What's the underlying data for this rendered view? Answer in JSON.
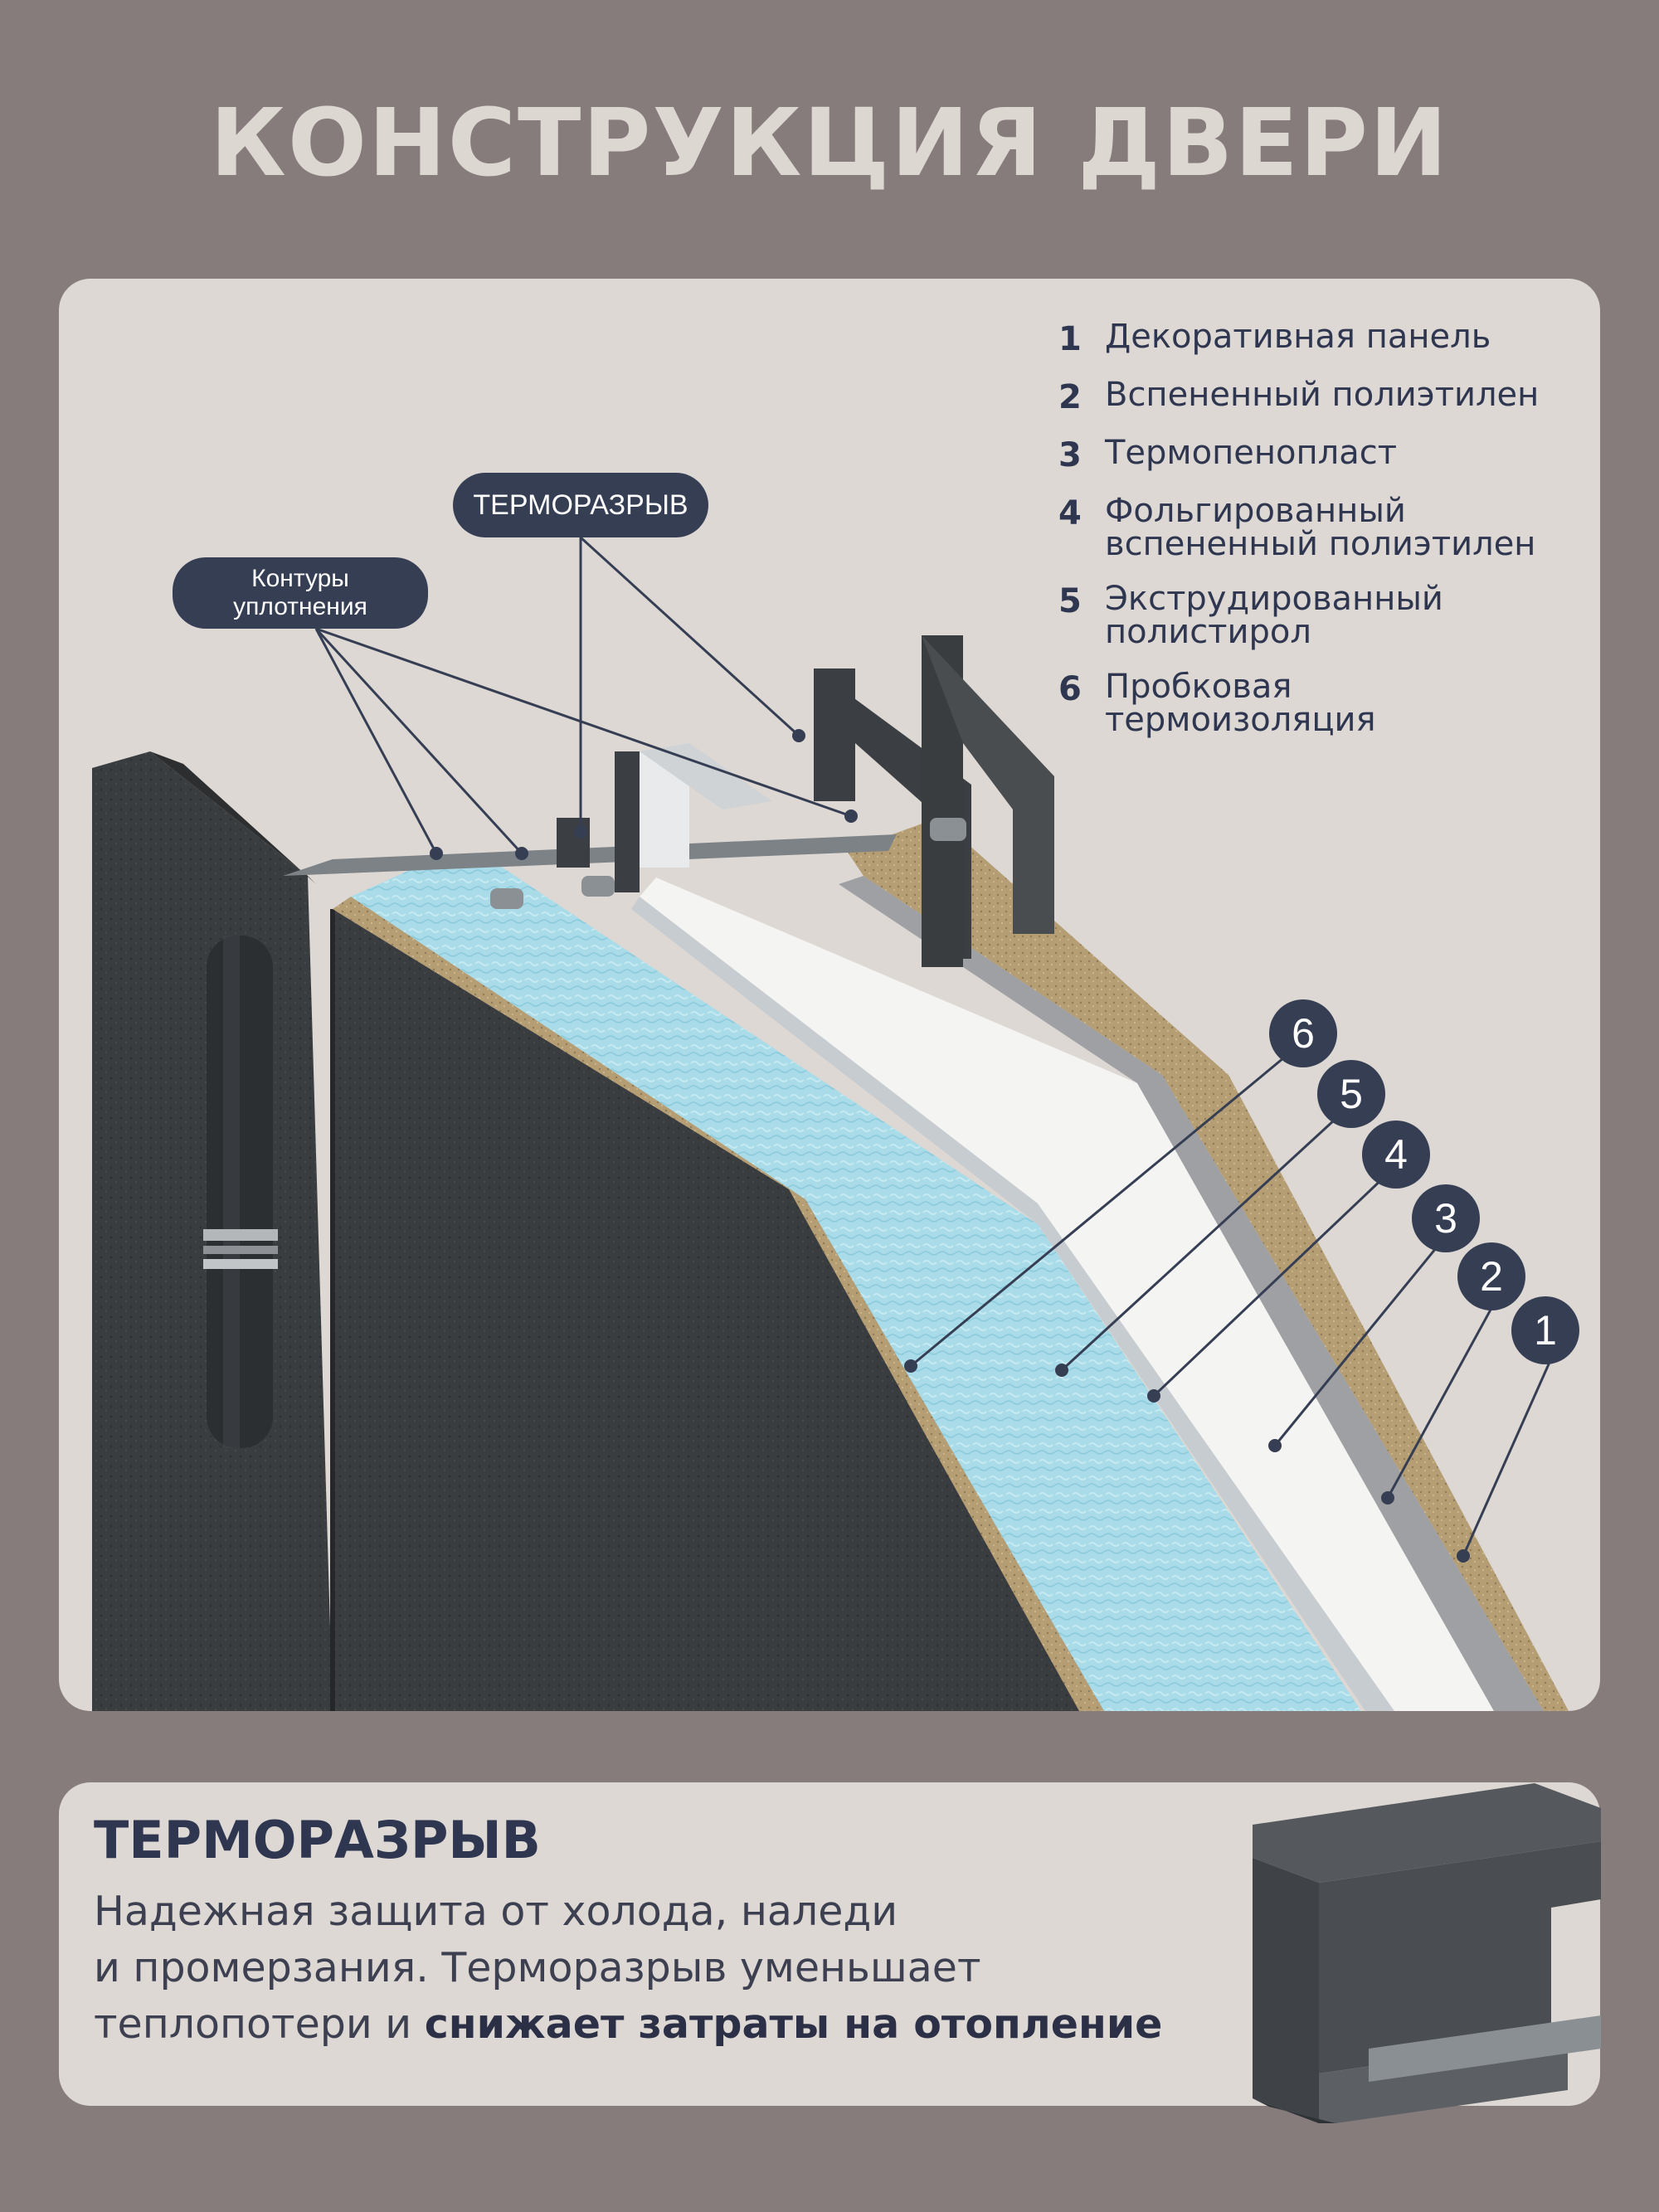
{
  "title": "КОНСТРУКЦИЯ ДВЕРИ",
  "legend": [
    {
      "num": "1",
      "label": "Декоративная панель"
    },
    {
      "num": "2",
      "label": "Вспененный полиэтилен"
    },
    {
      "num": "3",
      "label": "Термопенопласт"
    },
    {
      "num": "4",
      "label": "Фольгированный\nвспененный полиэтилен"
    },
    {
      "num": "5",
      "label": "Экструдированный\nполистирол"
    },
    {
      "num": "6",
      "label": "Пробковая\nтермоизоляция"
    }
  ],
  "callouts": {
    "thermal_break": "ТЕРМОРАЗРЫВ",
    "seal_contours": "Контуры\nуплотнения"
  },
  "layer_badges": [
    "6",
    "5",
    "4",
    "3",
    "2",
    "1"
  ],
  "bottom": {
    "heading": "ТЕРМОРАЗРЫВ",
    "text_part1": "Надежная защита от холода, наледи\nи промерзания. Терморазрыв уменьшает\nтеплопотери и ",
    "text_bold": "снижает затраты на отопление"
  },
  "colors": {
    "background": "#857c7b",
    "panel": "#ddd8d3",
    "accent_dark": "#363e54",
    "steel": "#3a3d3f",
    "insulation_blue": "#a9dbe8",
    "cork": "#b59d74"
  }
}
